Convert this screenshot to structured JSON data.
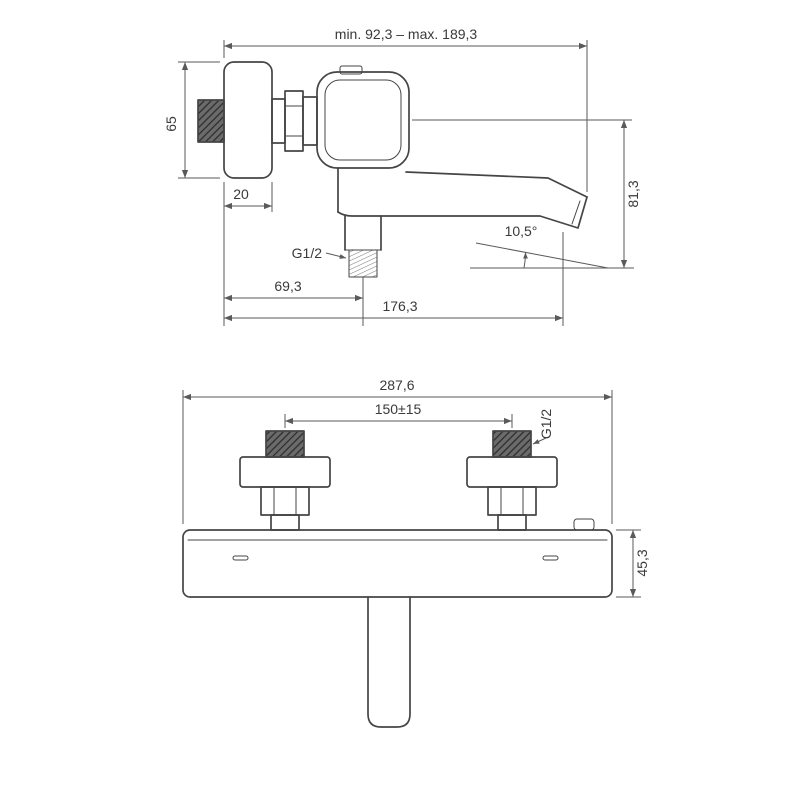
{
  "drawing": {
    "background_color": "#ffffff",
    "line_color": "#454545",
    "dimension_color": "#5a5a5a",
    "text_color": "#3a3a3a",
    "description": "Two-view technical dimension drawing of a wall-mounted bath/shower mixer tap"
  },
  "side_view": {
    "dim_width_range": "min. 92,3 – max. 189,3",
    "dim_escutcheon_height": "65",
    "dim_escutcheon_depth": "20",
    "dim_spout_drop": "81,3",
    "dim_spout_angle": "10,5°",
    "thread_label": "G1/2",
    "dim_wall_to_pipe": "69,3",
    "dim_projection": "176,3"
  },
  "front_view": {
    "dim_total_width": "287,6",
    "dim_inlet_spacing": "150±15",
    "thread_label": "G1/2",
    "dim_body_height": "45,3"
  }
}
